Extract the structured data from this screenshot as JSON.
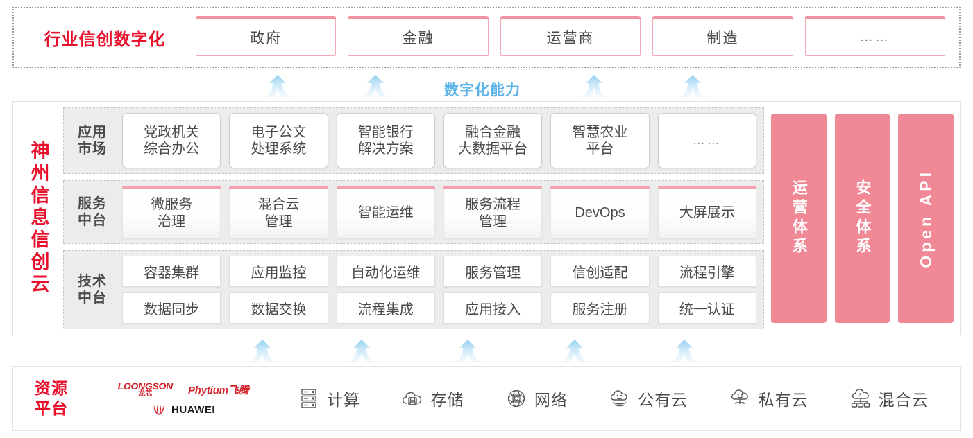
{
  "industry": {
    "title": "行业信创数字化",
    "boxes": [
      {
        "label": "政府"
      },
      {
        "label": "金融"
      },
      {
        "label": "运营商"
      },
      {
        "label": "制造"
      },
      {
        "label": "……"
      }
    ]
  },
  "capability_label": "数字化能力",
  "cloud": {
    "title": "神州信息信创云",
    "layers": [
      {
        "label": "应用\n市场",
        "label_line1": "应用",
        "label_line2": "市场",
        "items": [
          "党政机关\n综合办公",
          "电子公文\n处理系统",
          "智能银行\n解决方案",
          "融合金融\n大数据平台",
          "智慧农业\n平台",
          "……"
        ]
      },
      {
        "label_line1": "服务",
        "label_line2": "中台",
        "items": [
          "微服务\n治理",
          "混合云\n管理",
          "智能运维",
          "服务流程\n管理",
          "DevOps",
          "大屏展示"
        ]
      },
      {
        "label_line1": "技术",
        "label_line2": "中台",
        "row1": [
          "容器集群",
          "应用监控",
          "自动化运维",
          "服务管理",
          "信创适配",
          "流程引擎"
        ],
        "row2": [
          "数据同步",
          "数据交换",
          "流程集成",
          "应用接入",
          "服务注册",
          "统一认证"
        ]
      }
    ],
    "pillars": [
      {
        "label": "运营体系",
        "script": "cjk"
      },
      {
        "label": "安全体系",
        "script": "cjk"
      },
      {
        "label": "Open API",
        "script": "latin"
      }
    ]
  },
  "resource": {
    "title_line1": "资源",
    "title_line2": "平台",
    "vendors": [
      {
        "name": "LOONGSON",
        "sub": "龙芯"
      },
      {
        "name": "Phytium飞腾"
      },
      {
        "name": "HUAWEI"
      }
    ],
    "items": [
      {
        "label": "计算",
        "icon": "server-rack-icon"
      },
      {
        "label": "存储",
        "icon": "cloud-storage-icon"
      },
      {
        "label": "网络",
        "icon": "network-mesh-icon"
      },
      {
        "label": "公有云",
        "icon": "public-cloud-icon"
      },
      {
        "label": "私有云",
        "icon": "private-cloud-icon"
      },
      {
        "label": "混合云",
        "icon": "hybrid-cloud-icon"
      }
    ]
  },
  "colors": {
    "brand_red": "#e8112d",
    "pink": "#f08896",
    "pink_light": "#f2919f",
    "arrow_blue": "#8fd0f0",
    "capability_blue": "#5bb3e8",
    "panel_gray": "#ececec"
  }
}
